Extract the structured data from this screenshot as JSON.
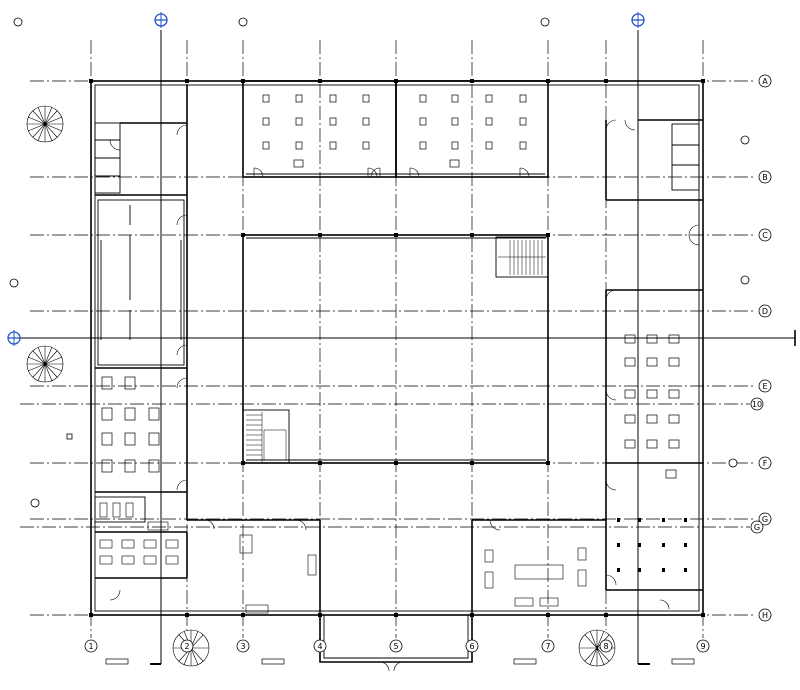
{
  "plan": {
    "row_grid": [
      {
        "label": "A"
      },
      {
        "label": "B"
      },
      {
        "label": "C"
      },
      {
        "label": "D"
      },
      {
        "label": "E"
      },
      {
        "label": "10"
      },
      {
        "label": "F"
      },
      {
        "label": "G"
      },
      {
        "label": "G"
      },
      {
        "label": "H"
      }
    ],
    "column_grid": [
      {
        "label": "1"
      },
      {
        "label": "2"
      },
      {
        "label": "3"
      },
      {
        "label": "4"
      },
      {
        "label": "5"
      },
      {
        "label": "6"
      },
      {
        "label": "7"
      },
      {
        "label": "8"
      },
      {
        "label": "9"
      }
    ],
    "colors": {
      "lines": "#000000",
      "section_markers": "#2456c8",
      "background": "#ffffff"
    }
  }
}
